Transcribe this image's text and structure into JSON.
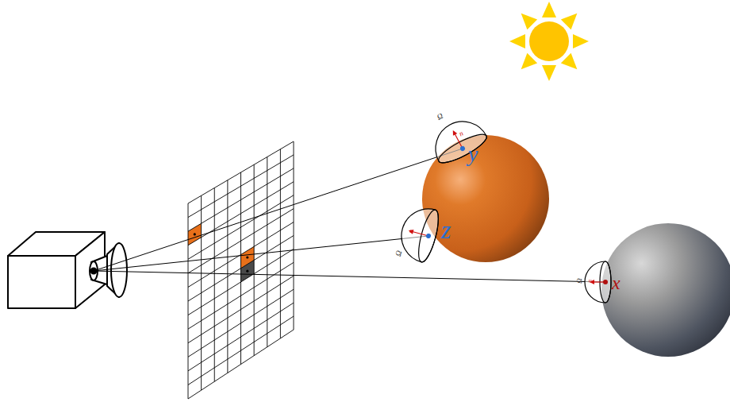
{
  "diagram": {
    "labels": [
      "y",
      "z",
      "x",
      "Ω",
      "n",
      "Ω",
      "n",
      "Ω",
      "n"
    ]
  }
}
